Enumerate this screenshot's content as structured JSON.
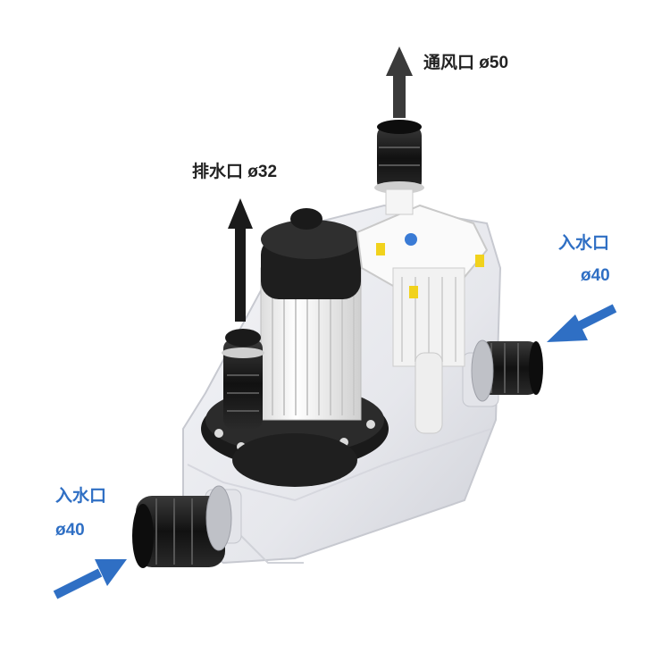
{
  "labels": {
    "vent": "通风口 ø50",
    "discharge": "排水口 ø32",
    "inlet_right_line1": "入水口",
    "inlet_right_line2": "ø40",
    "inlet_left_line1": "入水口",
    "inlet_left_line2": "ø40"
  },
  "caption": "",
  "colors": {
    "dark_arrow": "#3a3a3a",
    "blue_arrow": "#2f6fc4",
    "tank": "#e9eaef",
    "pipe": "#1c1c1c",
    "motor_white": "#f5f5f5",
    "clip_yellow": "#f1d21c"
  }
}
